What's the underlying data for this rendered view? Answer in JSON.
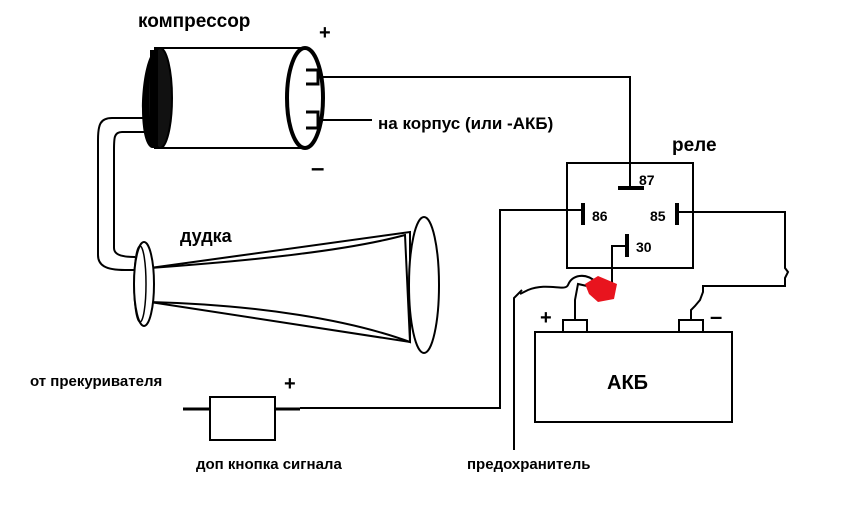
{
  "labels": {
    "compressor": "компрессор",
    "compressor_plus": "+",
    "compressor_minus": "–",
    "ground_note": "на корпус (или -АКБ)",
    "relay": "реле",
    "pin87": "87",
    "pin86": "86",
    "pin85": "85",
    "pin30": "30",
    "horn": "дудка",
    "battery": "АКБ",
    "battery_plus": "+",
    "battery_minus": "–",
    "lighter_source": "от прекуривателя",
    "switch_plus": "+",
    "switch": "доп кнопка сигнала",
    "fuse": "предохранитель"
  },
  "colors": {
    "wire": "#000000",
    "fuse": "#e8141e",
    "background": "#ffffff"
  }
}
